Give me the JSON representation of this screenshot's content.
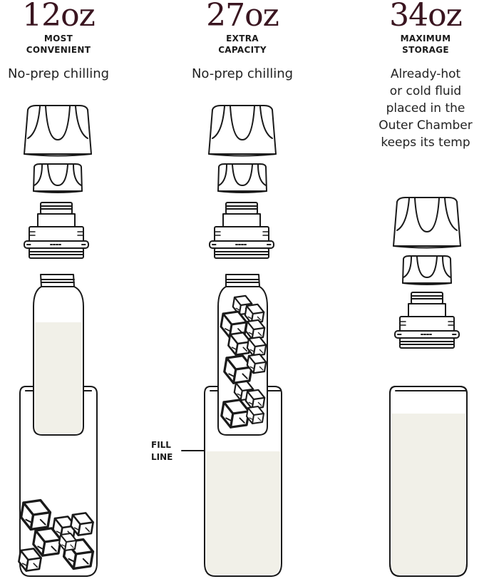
{
  "colors": {
    "brand": "#3a1520",
    "line": "#1a1a1a",
    "liquid": "#f1f0e8"
  },
  "columns": [
    {
      "size": "12oz",
      "tag_line1": "MOST",
      "tag_line2": "CONVENIENT",
      "description": [
        "No-prep chilling"
      ],
      "parts": [
        "large-lid",
        "small-cap",
        "threaded-collar",
        "inner-chamber-with-liquid",
        "outer-bottle-with-ice"
      ]
    },
    {
      "size": "27oz",
      "tag_line1": "EXTRA",
      "tag_line2": "CAPACITY",
      "description": [
        "No-prep chilling"
      ],
      "parts": [
        "large-lid",
        "small-cap",
        "threaded-collar",
        "inner-chamber-with-ice",
        "outer-bottle-with-liquid"
      ]
    },
    {
      "size": "34oz",
      "tag_line1": "MAXIMUM",
      "tag_line2": "STORAGE",
      "description": [
        "Already-hot",
        "or cold fluid",
        "placed in the",
        "Outer Chamber",
        "keeps its temp"
      ],
      "parts": [
        "large-lid",
        "small-cap",
        "threaded-collar",
        "outer-bottle-with-liquid"
      ]
    }
  ],
  "annotations": {
    "fill_line_1": "FILL",
    "fill_line_2": "LINE"
  }
}
